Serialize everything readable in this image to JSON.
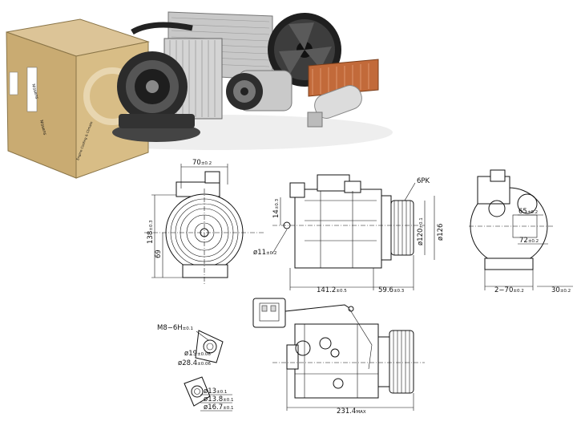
{
  "product_photo": {
    "box_brand_front": "Nissens",
    "box_brand_side": "Nissens",
    "box_tagline": "Engine Cooling & Climate"
  },
  "dimensions": {
    "top_width": {
      "value": "70",
      "tol": "±0.2"
    },
    "front_height_total": {
      "value": "138",
      "tol": "±0.3"
    },
    "front_height_center": {
      "value": "69",
      "tol": ""
    },
    "side_offset_top": {
      "value": "14",
      "tol": "±0.3"
    },
    "side_hole": {
      "value": "ø11",
      "tol": "±0.2"
    },
    "side_length_body": {
      "value": "141.2",
      "tol": "±0.5"
    },
    "side_length_pulley": {
      "value": "59.6",
      "tol": "±0.3"
    },
    "belt_profile": "6PK",
    "pulley_outer": {
      "value": "ø126",
      "tol": ""
    },
    "pulley_inner": {
      "value": "ø120",
      "tol": "±0.1"
    },
    "rear_port_1": {
      "value": "65",
      "tol": "±0.2"
    },
    "rear_port_2": {
      "value": "72",
      "tol": "±0.2"
    },
    "rear_mount_spacing": {
      "value": "2−70",
      "tol": "±0.2"
    },
    "rear_mount_depth": {
      "value": "30",
      "tol": "±0.2"
    },
    "thread": {
      "value": "M8−6H",
      "tol": "±0.1"
    },
    "port_a_d1": {
      "value": "ø19",
      "tol": "±0.06"
    },
    "port_a_d2": {
      "value": "ø28.4",
      "tol": "±0.06"
    },
    "port_b_d1": {
      "value": "ø13",
      "tol": "±0.1"
    },
    "port_b_d2": {
      "value": "ø13.8",
      "tol": "±0.1"
    },
    "port_b_d3": {
      "value": "ø16.7",
      "tol": "±0.1"
    },
    "total_length": {
      "value": "231.4",
      "tol": "MAX"
    }
  }
}
